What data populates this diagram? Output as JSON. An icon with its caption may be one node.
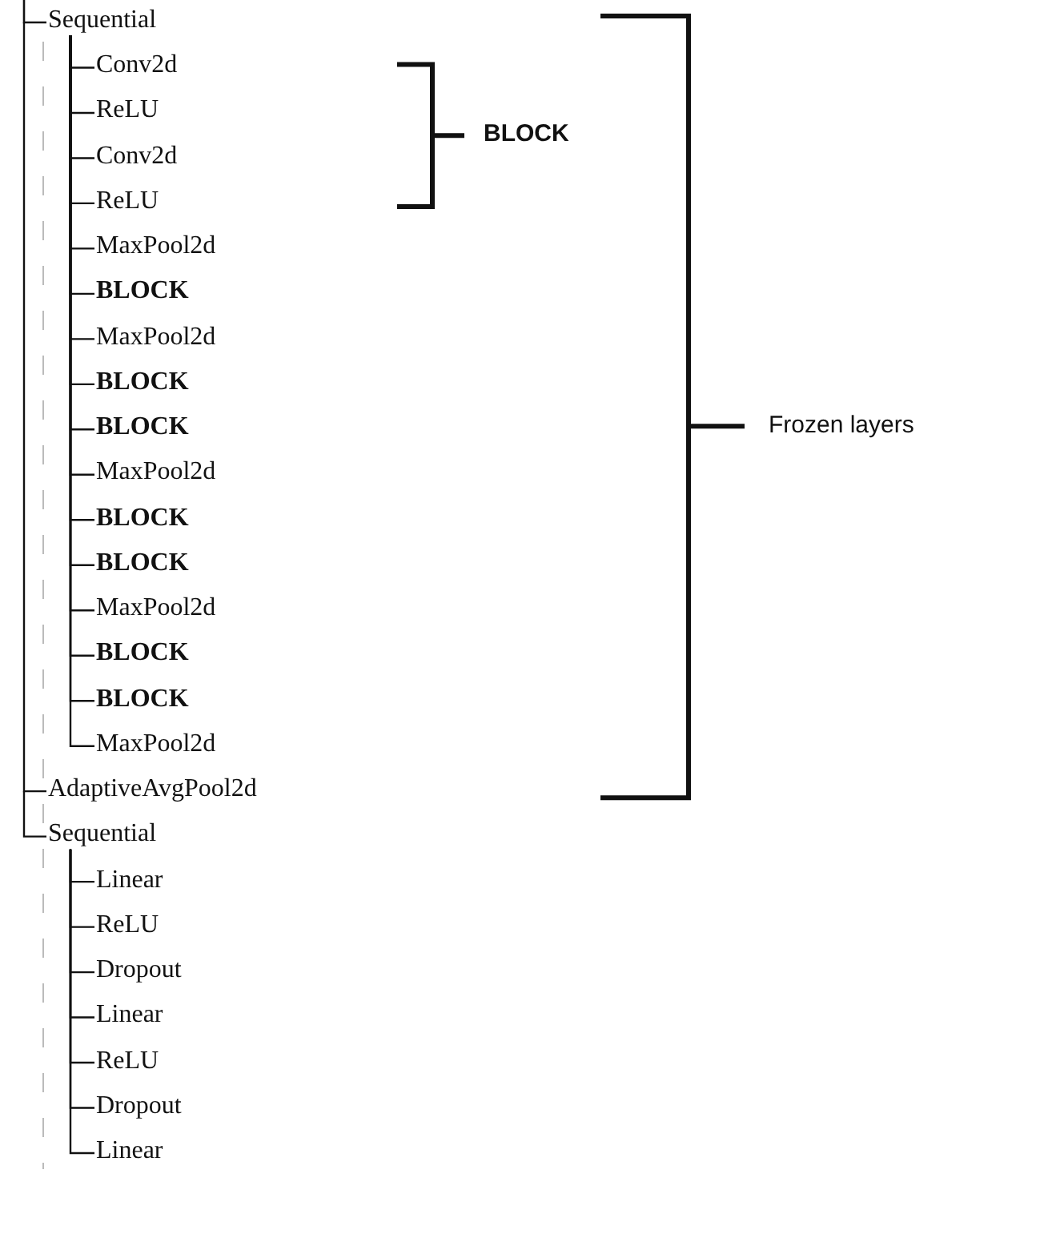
{
  "diagram": {
    "nodes": [
      {
        "text": [
          "Sequential"
        ]
      },
      {
        "text": [
          "Conv2d"
        ]
      },
      {
        "text": [
          "ReLU"
        ]
      },
      {
        "text": [
          "Conv2d"
        ]
      },
      {
        "text": [
          "ReLU"
        ]
      },
      {
        "text": [
          "MaxPool2d"
        ]
      },
      {
        "text": [
          "**BLOCK**"
        ]
      },
      {
        "text": [
          "MaxPool2d"
        ]
      },
      {
        "text": [
          "**BLOCK**"
        ]
      },
      {
        "text": [
          "**BLOCK**"
        ]
      },
      {
        "text": [
          "MaxPool2d"
        ]
      },
      {
        "text": [
          "**BLOCK**"
        ]
      },
      {
        "text": [
          "**BLOCK**"
        ]
      },
      {
        "text": [
          "MaxPool2d"
        ]
      },
      {
        "text": [
          "**BLOCK**"
        ]
      },
      {
        "text": [
          "**BLOCK**"
        ]
      },
      {
        "text": [
          "MaxPool2d"
        ]
      },
      {
        "text": [
          "AdaptiveAvgPool2d"
        ]
      },
      {
        "text": [
          "Sequential"
        ]
      },
      {
        "text": [
          "Linear"
        ]
      },
      {
        "text": [
          "ReLU"
        ]
      },
      {
        "text": [
          "Dropout"
        ]
      },
      {
        "text": [
          "Linear"
        ]
      },
      {
        "text": [
          "ReLU"
        ]
      },
      {
        "text": [
          "Dropout"
        ]
      },
      {
        "text": [
          "Linear"
        ]
      }
    ],
    "edges": [
      {
        "from": 0,
        "to": 1,
        "arrow": "none"
      },
      {
        "from": 0,
        "to": 2,
        "arrow": "none"
      },
      {
        "from": 0,
        "to": 3,
        "arrow": "none"
      },
      {
        "from": 0,
        "to": 4,
        "arrow": "none"
      },
      {
        "from": 0,
        "to": 5,
        "arrow": "none"
      },
      {
        "from": 0,
        "to": 6,
        "arrow": "none"
      },
      {
        "from": 0,
        "to": 7,
        "arrow": "none"
      },
      {
        "from": 0,
        "to": 8,
        "arrow": "none"
      },
      {
        "from": 0,
        "to": 9,
        "arrow": "none"
      },
      {
        "from": 0,
        "to": 10,
        "arrow": "none"
      },
      {
        "from": 0,
        "to": 11,
        "arrow": "none"
      },
      {
        "from": 0,
        "to": 12,
        "arrow": "none"
      },
      {
        "from": 0,
        "to": 13,
        "arrow": "none"
      },
      {
        "from": 0,
        "to": 14,
        "arrow": "none"
      },
      {
        "from": 0,
        "to": 15,
        "arrow": "none"
      },
      {
        "from": 0,
        "to": 16,
        "arrow": "none"
      },
      {
        "from": 18,
        "to": 19,
        "arrow": "none"
      },
      {
        "from": 18,
        "to": 20,
        "arrow": "none"
      },
      {
        "from": 18,
        "to": 21,
        "arrow": "none"
      },
      {
        "from": 18,
        "to": 22,
        "arrow": "none"
      },
      {
        "from": 18,
        "to": 23,
        "arrow": "none"
      },
      {
        "from": 18,
        "to": 24,
        "arrow": "none"
      },
      {
        "from": 18,
        "to": 25,
        "arrow": "none"
      },
      {
        "from": 0,
        "to": 17,
        "arrow": "none"
      },
      {
        "from": 17,
        "to": 18,
        "arrow": "none"
      }
    ],
    "labels": [
      "BLOCK",
      "Frozen layers"
    ]
  }
}
